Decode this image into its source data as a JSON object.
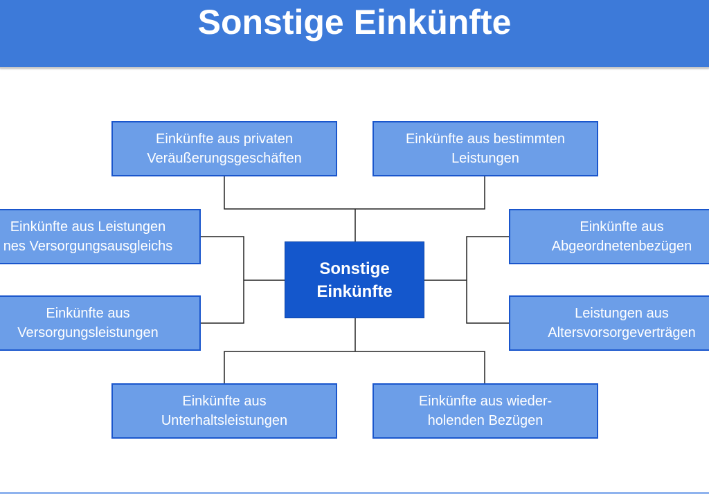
{
  "header": {
    "title": "Sonstige Einkünfte"
  },
  "center": {
    "label": "Sonstige\nEinkünfte"
  },
  "nodes": {
    "top_left": "Einkünfte aus privaten\nVeräußerungsgeschäften",
    "top_right": "Einkünfte aus bestimmten\nLeistungen",
    "mid_left_1": "Einkünfte aus Leistungen\nnes Versorgungsausgleichs",
    "mid_left_2": "Einkünfte aus\nVersorgungsleistungen",
    "mid_right_1": "Einkünfte aus\nAbgeordnetenbezügen",
    "mid_right_2": "Leistungen aus\nAltersvorsorgeverträgen",
    "bottom_left": "Einkünfte aus\nUnterhaltsleistungen",
    "bottom_right": "Einkünfte aus wieder-\nholenden Bezügen"
  },
  "colors": {
    "header": "#3d7ad9",
    "node_fill": "#6c9ee8",
    "node_border": "#1a56cc",
    "center_fill": "#1457cc"
  }
}
